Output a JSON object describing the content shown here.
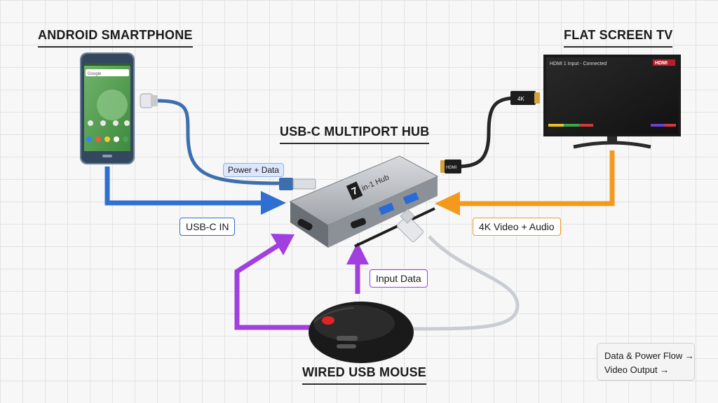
{
  "titles": {
    "phone": "ANDROID SMARTPHONE",
    "tv": "FLAT SCREEN TV",
    "hub": "USB-C MULTIPORT HUB",
    "mouse": "WIRED USB MOUSE"
  },
  "labels": {
    "power_data": "Power + Data",
    "usbc_in": "USB-C IN",
    "video_audio": "4K Video + Audio",
    "input_data": "Input Data"
  },
  "hub": {
    "badge_number": "7",
    "badge_text": "in-1 Hub"
  },
  "tv": {
    "status": "HDMI 1 Input - Connected",
    "logo": "HDMI"
  },
  "hdmi_plug": {
    "tv_end": "4K",
    "hub_end": "HDMI"
  },
  "phone": {
    "search": "Google"
  },
  "legend": [
    "Data & Power Flow →",
    "Video Output →"
  ],
  "colors": {
    "usbc_flow": "#2f6fd1",
    "video_flow": "#f39a1e",
    "input_flow": "#a13fe0",
    "cable_blue": "#3d6fae",
    "cable_grey": "#c9ccd3"
  }
}
